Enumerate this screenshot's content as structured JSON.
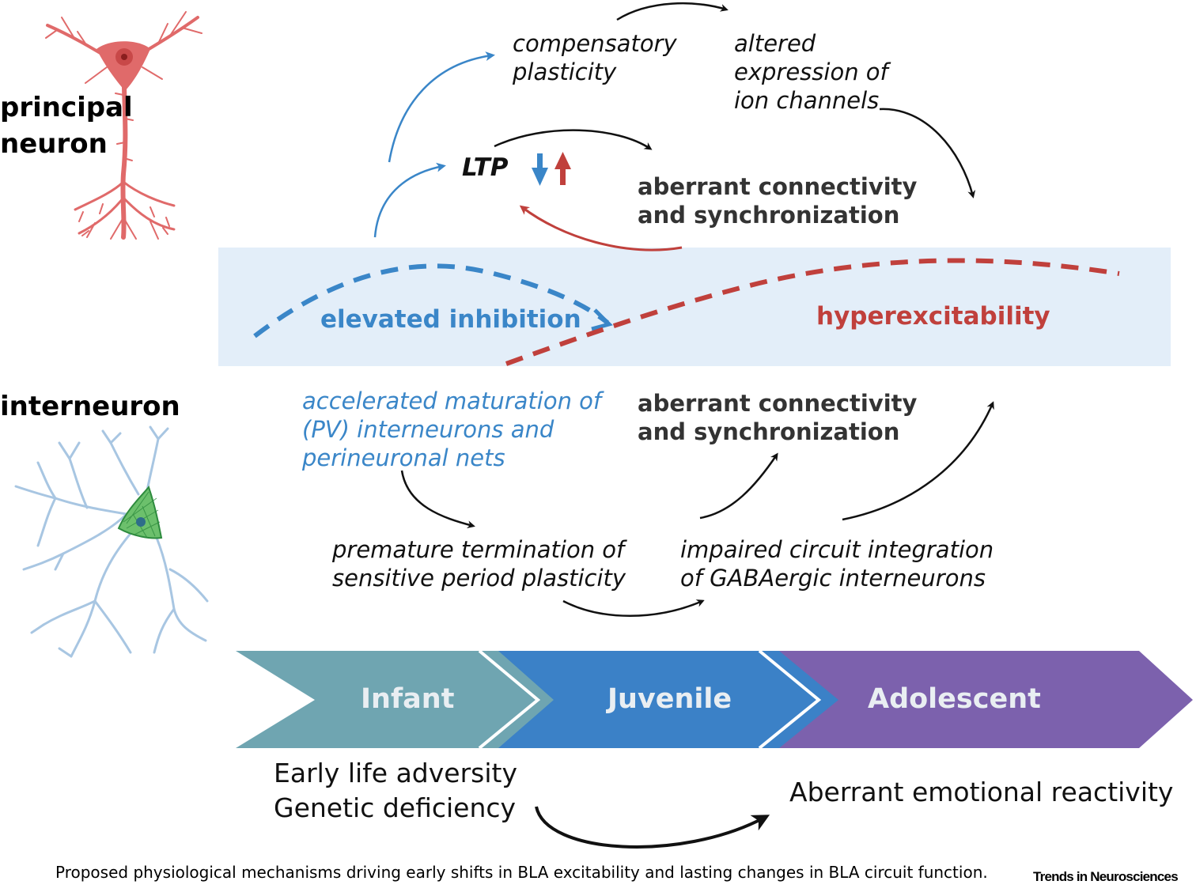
{
  "labels": {
    "principal_neuron": [
      "principal",
      "neuron"
    ],
    "interneuron": "interneuron"
  },
  "top": {
    "compensatory_plasticity": [
      "compensatory",
      "plasticity"
    ],
    "altered_expression": [
      "altered",
      "expression of",
      "ion channels"
    ],
    "ltp": "LTP",
    "aberrant_connectivity_top": [
      "aberrant connectivity",
      "and synchronization"
    ]
  },
  "band": {
    "elevated_inhibition": "elevated inhibition",
    "hyperexcitability": "hyperexcitability"
  },
  "middle": {
    "accelerated_maturation": [
      "accelerated maturation of",
      "(PV) interneurons and",
      "perineuronal nets"
    ],
    "aberrant_connectivity_mid": [
      "aberrant connectivity",
      "and synchronization"
    ],
    "premature_termination": [
      "premature termination of",
      "sensitive period plasticity"
    ],
    "impaired_integration": [
      "impaired circuit integration",
      "of GABAergic interneurons"
    ]
  },
  "timeline": {
    "stages": [
      "Infant",
      "Juvenile",
      "Adolescent"
    ],
    "colors": [
      "#6fa5b1",
      "#3b81c7",
      "#7c61ad"
    ]
  },
  "bottom": {
    "causes": [
      "Early life adversity",
      "Genetic deficiency"
    ],
    "outcome": "Aberrant emotional reactivity"
  },
  "caption": "Proposed physiological mechanisms driving early shifts in BLA excitability and lasting changes in BLA circuit function.",
  "brand": "Trends in Neurosciences",
  "colors": {
    "blue": "#3a86c8",
    "red": "#c0403c",
    "band_bg": "#e3eef9",
    "neuron_red": "#e06a6a",
    "interneuron_blue": "#a8c6e2",
    "interneuron_green": "#4caf50"
  },
  "icons": [
    "principal-neuron-icon",
    "interneuron-icon",
    "down-arrow-icon",
    "up-arrow-icon"
  ]
}
